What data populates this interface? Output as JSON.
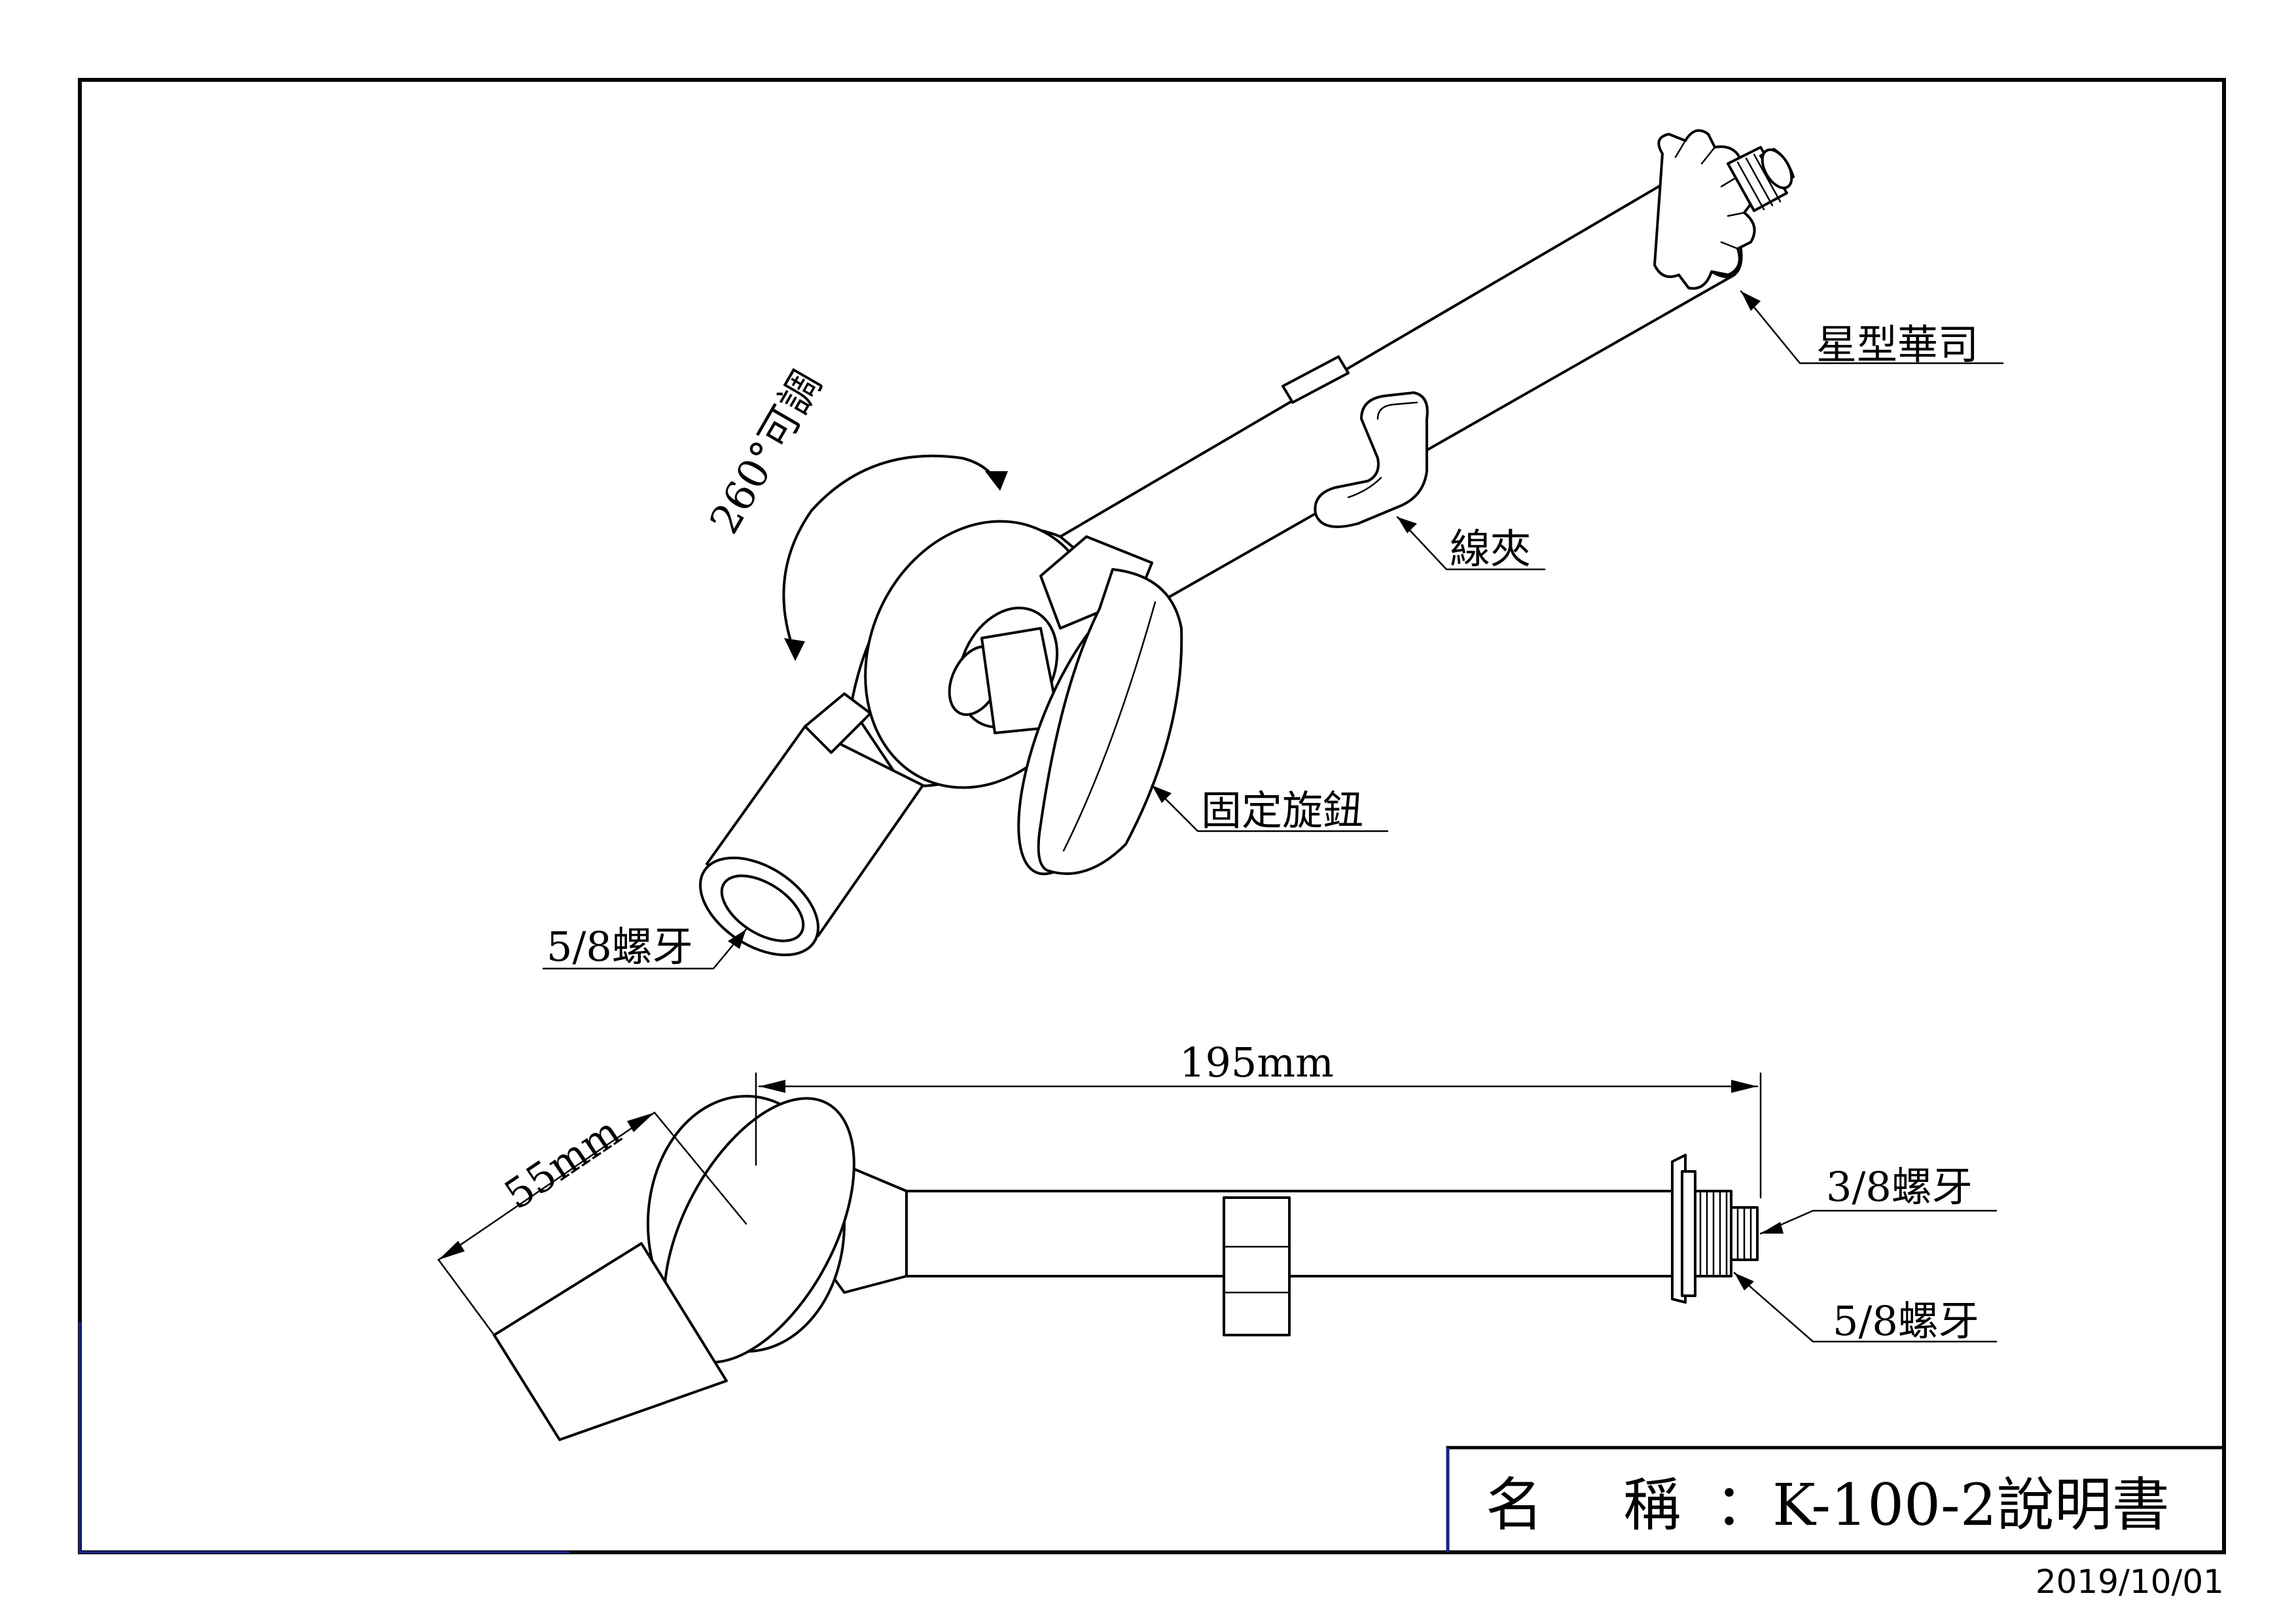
{
  "title_block": {
    "name_label": "名",
    "name_label_2": "稱",
    "name_value": "：K-100-2說明書"
  },
  "date": "2019/10/01",
  "callouts": {
    "star_washer": "星型華司",
    "cable_clip": "線夾",
    "fixing_knob": "固定旋鈕",
    "thread_bottom_left": "5/8螺牙",
    "rotation": "260°可調",
    "thread_right_top": "3/8螺牙",
    "thread_right_bottom": "5/8螺牙"
  },
  "dimensions": {
    "length": "195mm",
    "height": "55mm"
  },
  "colors": {
    "line": "#000000",
    "frame_accent": "#1a237e"
  }
}
